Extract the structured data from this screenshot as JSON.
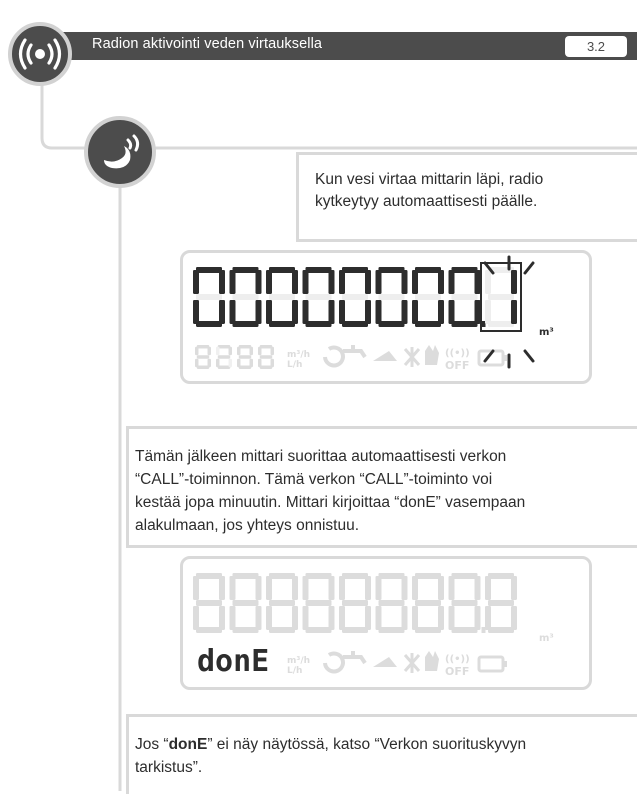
{
  "header": {
    "title": "Radion aktivointi veden virtauksella",
    "section": "3.2"
  },
  "icons": {
    "radio": "radio-waves-icon",
    "water_flow": "water-flow-icon"
  },
  "step1": {
    "text_line1": "Kun vesi virtaa mittarin läpi, radio",
    "text_line2": "kytkeytyy automaattisesti päälle."
  },
  "display1": {
    "digits": "000000001",
    "unit": "m³",
    "flow_unit_top": "m³/h",
    "flow_unit_bottom": "L/h",
    "off_label": "OFF"
  },
  "step2": {
    "line1": "Tämän jälkeen mittari suorittaa automaattisesti verkon",
    "line2": "“CALL”-toiminnon. Tämä verkon “CALL”-toiminto voi",
    "line3": "kestää jopa minuutin. Mittari kirjoittaa “donE” vasempaan",
    "line4": "alakulmaan, jos yhteys onnistuu."
  },
  "display2": {
    "digits": "888888888",
    "small_text": "donE",
    "unit": "m³",
    "flow_unit_top": "m³/h",
    "flow_unit_bottom": "L/h",
    "off_label": "OFF"
  },
  "step3": {
    "prefix": "Jos “",
    "keyword": "donE",
    "suffix": "” ei näy näytössä, katso “Verkon suorituskyvyn",
    "line2": "tarkistus”."
  },
  "colors": {
    "dark_gray": "#4c4c4c",
    "light_gray": "#d9d9d9",
    "lcd_active": "#2d2d2d",
    "lcd_faint": "#dcdcdc"
  }
}
